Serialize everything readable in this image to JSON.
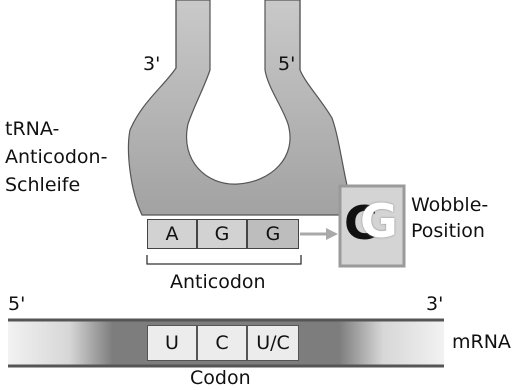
{
  "trna": {
    "label_lines": [
      "tRNA-",
      "Anticodon-",
      "Schleife"
    ],
    "end_left": "3'",
    "end_right": "5'"
  },
  "anticodon": {
    "bases": [
      "A",
      "G",
      "G"
    ],
    "label": "Anticodon"
  },
  "wobble": {
    "label_lines": [
      "Wobble-",
      "Position"
    ],
    "glyphs": [
      "C",
      "G"
    ]
  },
  "mrna": {
    "end_left": "5'",
    "end_right": "3'",
    "label": "mRNA",
    "codon": [
      "U",
      "C",
      "U/C"
    ],
    "codon_label": "Codon"
  },
  "colors": {
    "loop_gray": "#a9a9a9",
    "cell_fill": "#d2d2d2",
    "wobble_cell": "#bdbdbd",
    "mrna_dark": "#6a6a6a"
  }
}
